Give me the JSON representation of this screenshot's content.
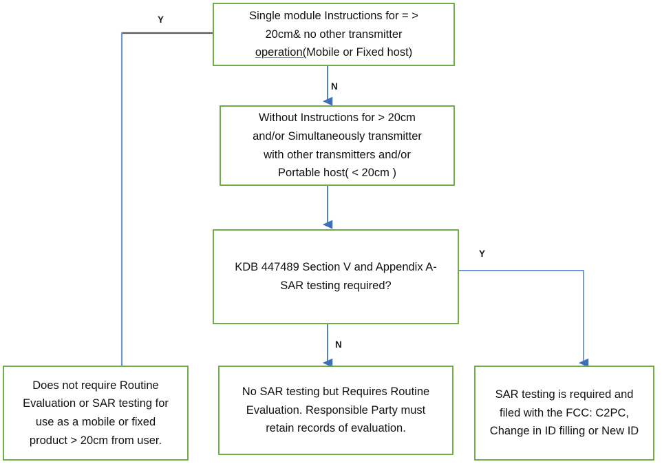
{
  "diagram": {
    "title": "FCC SAR testing requirement decision flowchart",
    "colors": {
      "node_border": "#70AD47",
      "node_fill": "#FFFFFF",
      "connector_blue": "#4A7EBB",
      "connector_dark": "#595959",
      "underline_blue": "#5B9BD5",
      "text": "#111111"
    },
    "nodes": [
      {
        "id": "single-module",
        "text_before": "Single module Instructions for = >\n20cm& no other transmitter\n",
        "underlined": "operation(",
        "text_after": "Mobile or Fixed host)"
      },
      {
        "id": "without-instructions",
        "text": "Without Instructions for  > 20cm\nand/or Simultaneously transmitter\nwith other transmitters and/or\nPortable host( < 20cm )"
      },
      {
        "id": "kdb-decision",
        "text": "KDB 447489 Section V and Appendix A-\nSAR testing required?"
      },
      {
        "id": "no-routine-evaluation",
        "text": "Does not require Routine\nEvaluation or SAR testing for\nuse as a mobile or fixed\nproduct  > 20cm from user."
      },
      {
        "id": "no-sar-routine",
        "text": "No SAR testing but Requires Routine\nEvaluation. Responsible Party must\nretain records of evaluation."
      },
      {
        "id": "sar-required-fcc",
        "text": "SAR testing is required and\nfiled with the FCC: C2PC,\nChange in ID filling or New ID"
      }
    ],
    "edge_labels": {
      "yes_top": "Y",
      "no_top": "N",
      "no_bottom": "N",
      "yes_right": "Y"
    }
  }
}
